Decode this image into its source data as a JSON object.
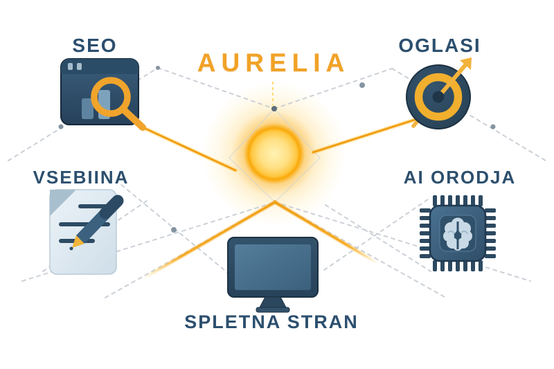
{
  "title": {
    "text": "AURELIA"
  },
  "center": {
    "icon": "sun",
    "connects_to": [
      "seo",
      "oglasi",
      "vsebina",
      "ai_orodja",
      "spletna_stran"
    ]
  },
  "nodes": [
    {
      "id": "seo",
      "label": "SEO",
      "icon": "browser-search",
      "position": "top-left"
    },
    {
      "id": "oglasi",
      "label": "OGLASI",
      "icon": "target-dart",
      "position": "top-right"
    },
    {
      "id": "vsebina",
      "label": "VSEBIINA",
      "icon": "document-pen",
      "position": "middle-left"
    },
    {
      "id": "ai_orodja",
      "label": "AI ORODJA",
      "icon": "chip-brain",
      "position": "middle-right"
    },
    {
      "id": "spletna_stran",
      "label": "SPLETNA STRAN",
      "icon": "computer-monitor",
      "position": "bottom-center"
    }
  ],
  "colors": {
    "accent_orange": "#F1A227",
    "label_navy": "#2C4F6E",
    "line_gray": "#C6CCD3",
    "connector_orange": "#F09C0C",
    "connector_glow": "#FFC954",
    "sun_core": "#FFEFA9",
    "sun_mid": "#FFC93D",
    "sun_edge": "#F7A600",
    "icon_navy": "#2B475E",
    "icon_slate": "#7DA2BC",
    "paper_light": "#E3EDF4",
    "pen_yellow": "#F0B43A",
    "ring_yellow": "#F1AF2E",
    "brain_light": "#C9DAE6",
    "background": "#FFFFFF"
  }
}
